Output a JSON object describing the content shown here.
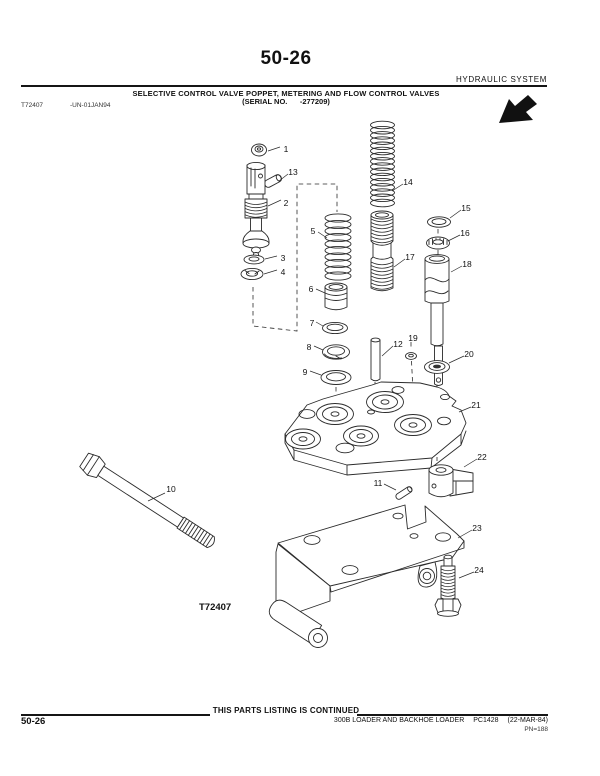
{
  "header": {
    "page_number": "50-26",
    "section": "HYDRAULIC SYSTEM",
    "title": "SELECTIVE CONTROL VALVE POPPET, METERING AND FLOW CONTROL VALVES",
    "serial_line": "(SERIAL NO.      -277209)",
    "image_ref": "T72407",
    "image_ref_date": "-UN-01JAN94"
  },
  "figure": {
    "label": "T72407",
    "callouts": [
      "1",
      "2",
      "3",
      "4",
      "5",
      "6",
      "7",
      "8",
      "9",
      "10",
      "11",
      "12",
      "13",
      "14",
      "15",
      "16",
      "17",
      "18",
      "19",
      "20",
      "21",
      "22",
      "23",
      "24"
    ]
  },
  "footer": {
    "continued": "THIS PARTS LISTING IS CONTINUED",
    "page_number": "50-26",
    "model": "300B LOADER AND BACKHOE LOADER",
    "catalog": "PC1428",
    "date": "(22-MAR-84)",
    "print_note": "PN=188"
  }
}
